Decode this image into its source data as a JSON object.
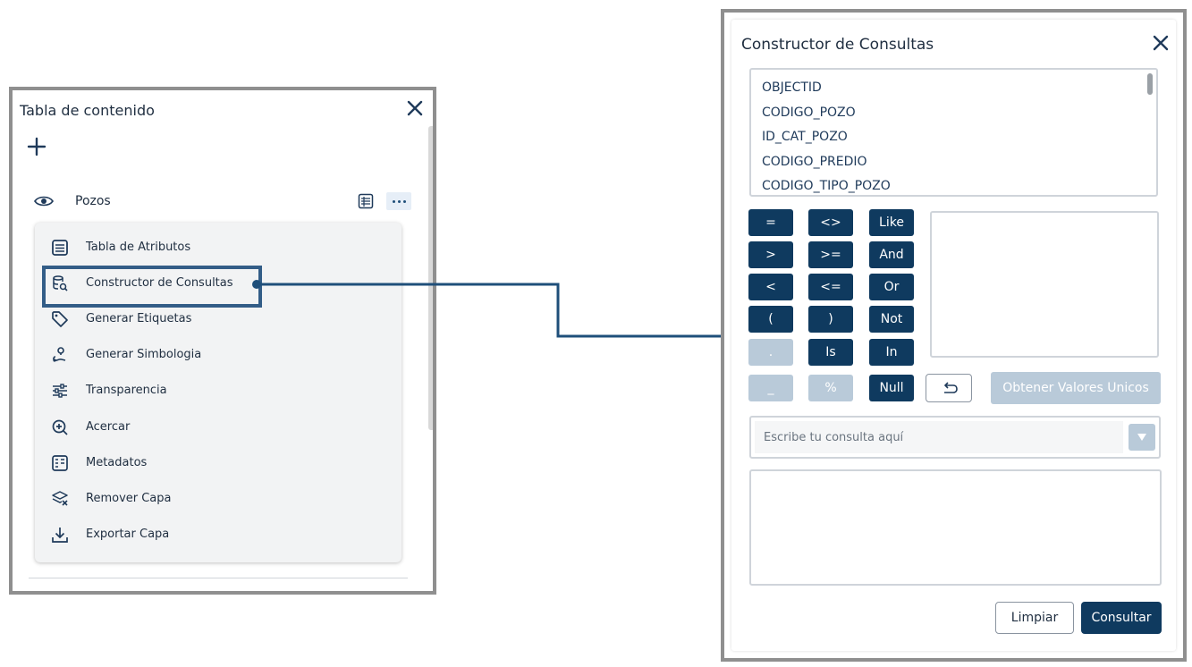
{
  "toc": {
    "title": "Tabla de contenido",
    "layer": {
      "name": "Pozos"
    },
    "menu": [
      {
        "label": "Tabla de Atributos",
        "icon": "table-icon"
      },
      {
        "label": "Constructor de Consultas",
        "icon": "query-builder-icon"
      },
      {
        "label": "Generar Etiquetas",
        "icon": "tag-icon"
      },
      {
        "label": "Generar Simbologia",
        "icon": "symbology-icon"
      },
      {
        "label": "Transparencia",
        "icon": "sliders-icon"
      },
      {
        "label": "Acercar",
        "icon": "zoom-in-icon"
      },
      {
        "label": "Metadatos",
        "icon": "metadata-icon"
      },
      {
        "label": "Remover Capa",
        "icon": "remove-layer-icon"
      },
      {
        "label": "Exportar Capa",
        "icon": "download-icon"
      }
    ]
  },
  "query_builder": {
    "title": "Constructor de Consultas",
    "fields": [
      "OBJECTID",
      "CODIGO_POZO",
      "ID_CAT_POZO",
      "CODIGO_PREDIO",
      "CODIGO_TIPO_POZO"
    ],
    "operators": {
      "eq": "=",
      "neq": "<>",
      "like": "Like",
      "gt": ">",
      "gte": ">=",
      "and": "And",
      "lt": "<",
      "lte": "<=",
      "or": "Or",
      "lparen": "(",
      "rparen": ")",
      "not": "Not",
      "dot": ".",
      "is": "Is",
      "in": "In",
      "underscore": "_",
      "percent": "%",
      "null": "Null"
    },
    "unique_values_label": "Obtener Valores Unicos",
    "query_placeholder": "Escribe tu consulta aquí",
    "clear_label": "Limpiar",
    "submit_label": "Consultar"
  },
  "colors": {
    "primary": "#0f3a5f",
    "disabled": "#b9cad9",
    "highlight": "#335d87"
  }
}
